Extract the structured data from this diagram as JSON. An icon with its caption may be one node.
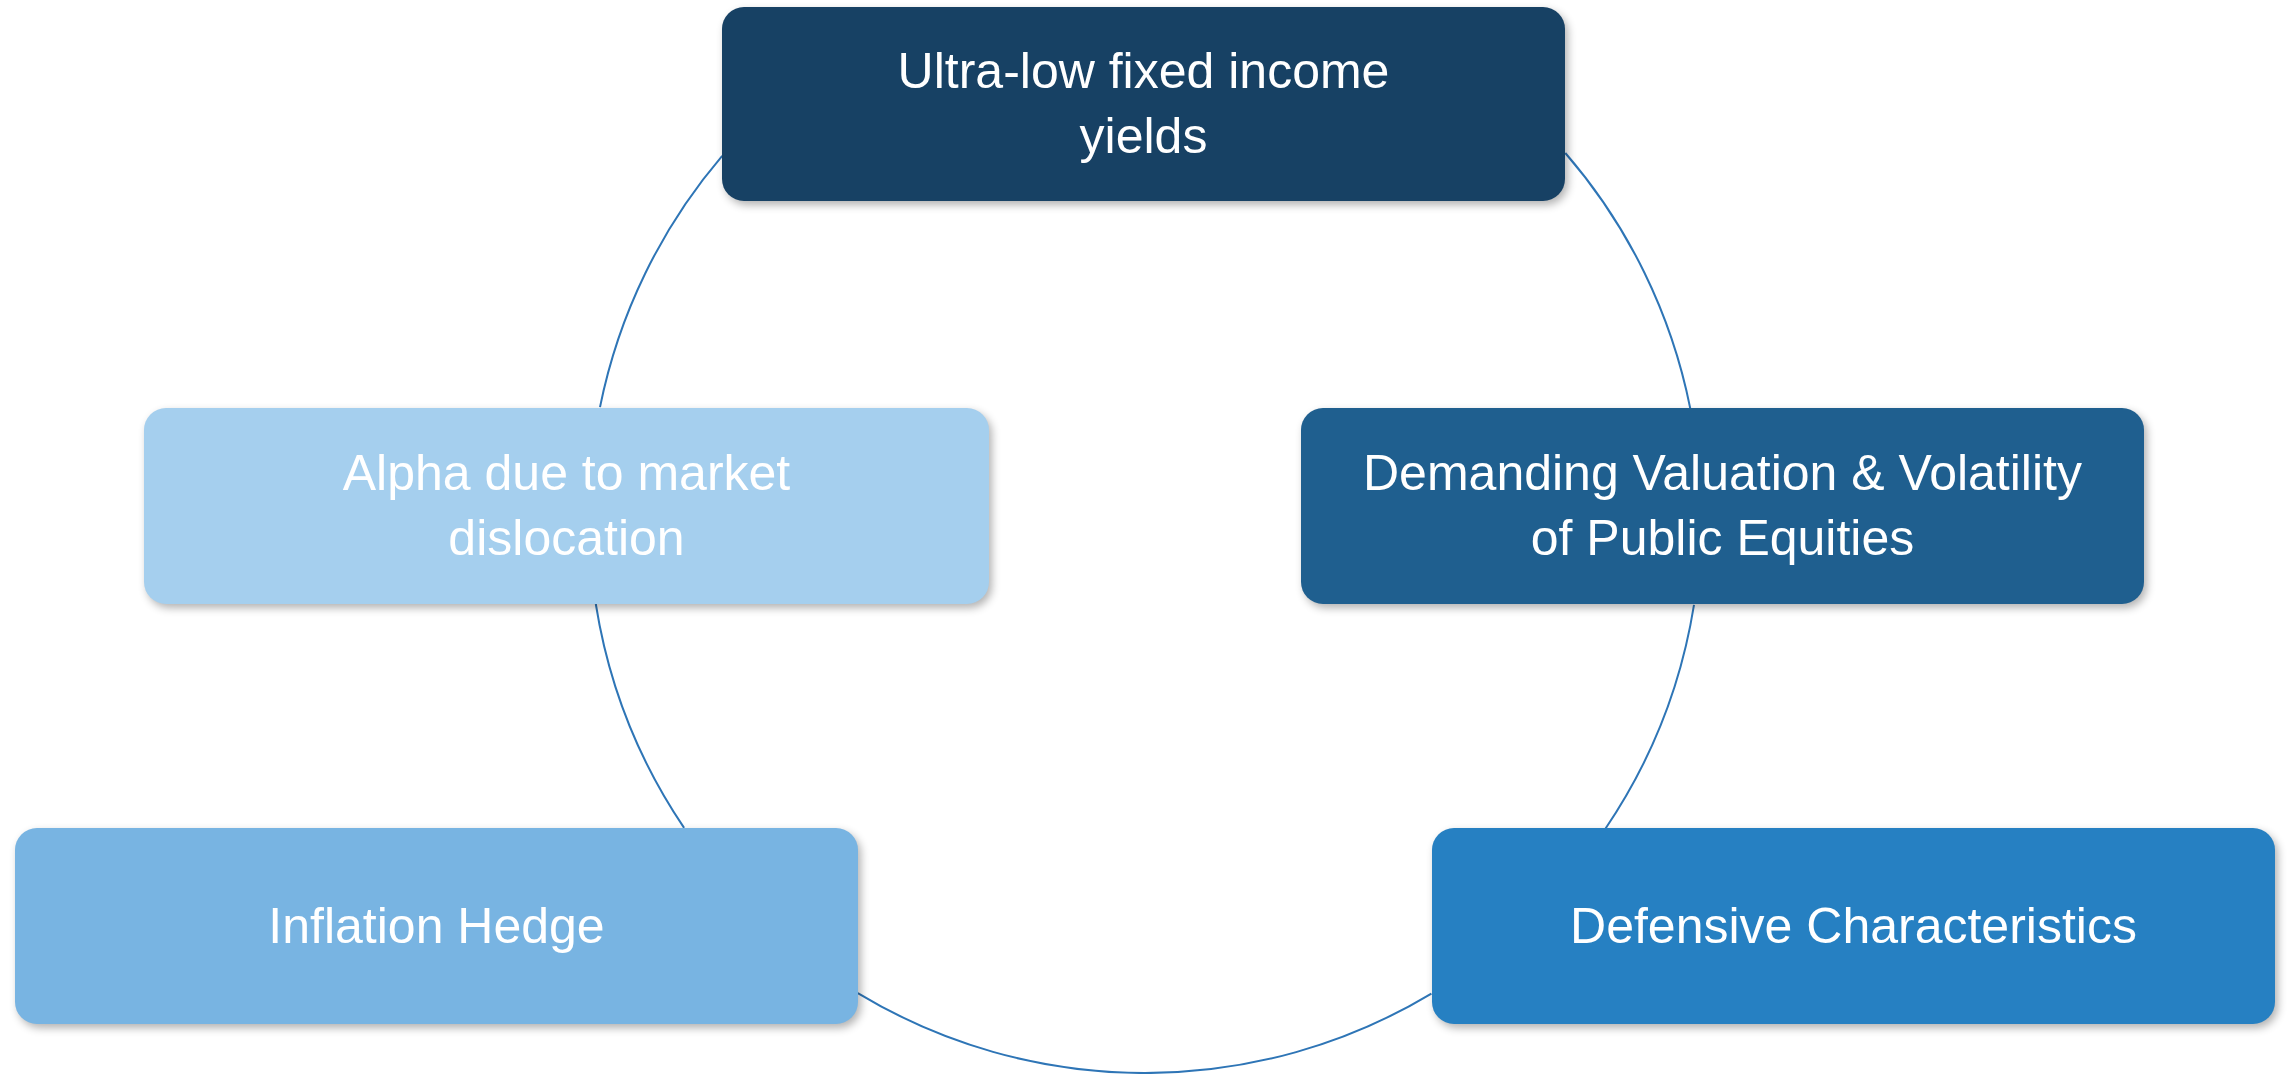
{
  "diagram": {
    "nodes": [
      {
        "text": [
          "Ultra-low fixed income yields"
        ]
      },
      {
        "text": [
          "Alpha due to market dislocation"
        ]
      },
      {
        "text": [
          "Demanding Valuation & Volatility of Public Equities"
        ]
      },
      {
        "text": [
          "Inflation Hedge"
        ]
      },
      {
        "text": [
          "Defensive Characteristics"
        ]
      }
    ],
    "edges": [
      {
        "from": 0,
        "to": 2,
        "arrow": "none"
      },
      {
        "from": 2,
        "to": 4,
        "arrow": "none"
      },
      {
        "from": 4,
        "to": 3,
        "arrow": "none"
      },
      {
        "from": 3,
        "to": 1,
        "arrow": "none"
      },
      {
        "from": 1,
        "to": 0,
        "arrow": "none"
      }
    ]
  }
}
